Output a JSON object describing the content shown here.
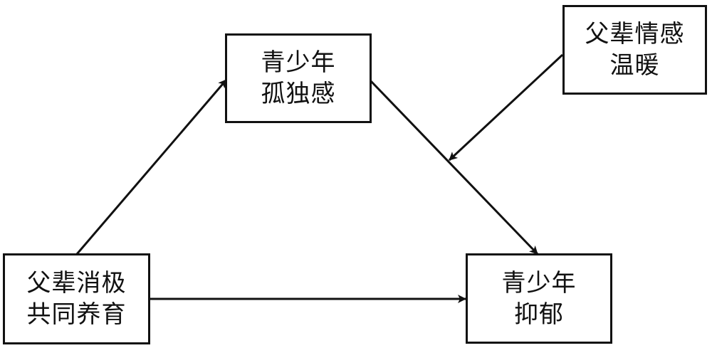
{
  "nodes": {
    "loneliness": {
      "line1": "青少年",
      "line2": "孤独感"
    },
    "warmth": {
      "line1": "父辈情感",
      "line2": "温暖"
    },
    "coparenting": {
      "line1": "父辈消极",
      "line2": "共同养育"
    },
    "depression": {
      "line1": "青少年",
      "line2": "抑郁"
    }
  },
  "edges": [
    {
      "from": "父辈消极共同养育",
      "to": "青少年孤独感"
    },
    {
      "from": "青少年孤独感",
      "to": "青少年抑郁"
    },
    {
      "from": "父辈消极共同养育",
      "to": "青少年抑郁"
    },
    {
      "from": "父辈情感温暖",
      "to": "青少年孤独感→青少年抑郁"
    }
  ]
}
